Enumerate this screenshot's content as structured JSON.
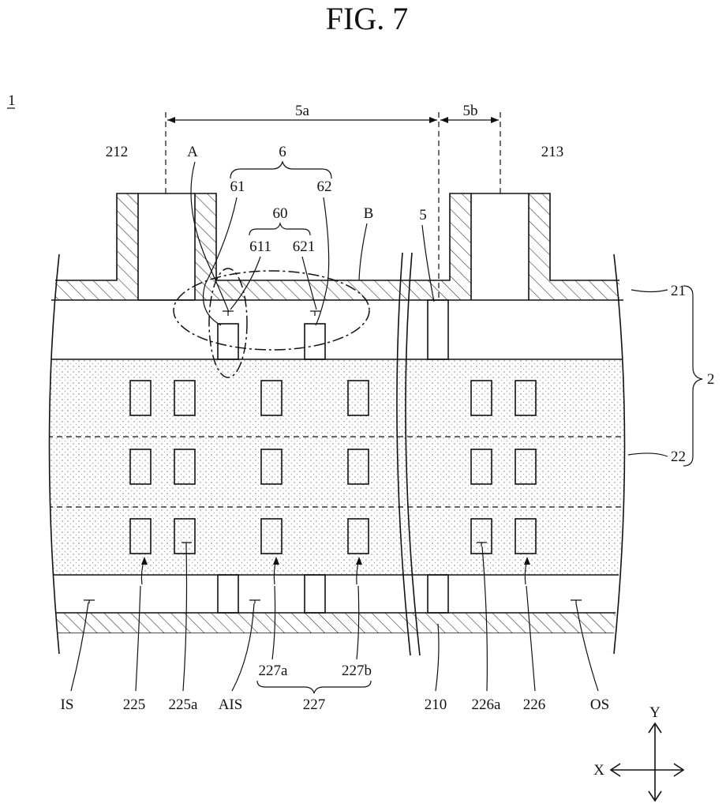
{
  "figure": {
    "title": "FIG. 7",
    "device_ref": "1"
  },
  "labels": {
    "dim_5a": "5a",
    "dim_5b": "5b",
    "ref_212": "212",
    "ref_213": "213",
    "ref_A": "A",
    "ref_6": "6",
    "ref_61": "61",
    "ref_62": "62",
    "ref_60": "60",
    "ref_611": "611",
    "ref_621": "621",
    "ref_B": "B",
    "ref_5": "5",
    "ref_21": "21",
    "ref_2": "2",
    "ref_22": "22"
  },
  "bottom_labels": {
    "IS": "IS",
    "r225": "225",
    "r225a": "225a",
    "AIS": "AIS",
    "r227": "227",
    "r227a": "227a",
    "r227b": "227b",
    "r210": "210",
    "r226a": "226a",
    "r226": "226",
    "OS": "OS"
  },
  "axes": {
    "y": "Y",
    "x": "X"
  }
}
